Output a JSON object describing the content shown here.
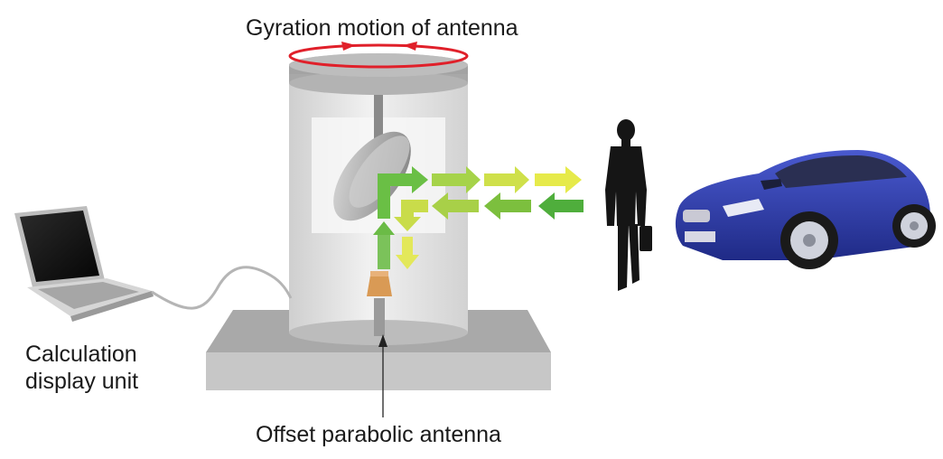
{
  "labels": {
    "gyration": "Gyration motion of antenna",
    "calc_line1": "Calculation",
    "calc_line2": "display unit",
    "offset": "Offset parabolic antenna"
  },
  "colors": {
    "rotation_arrow": "#e0202a",
    "base": "#b9b9b9",
    "cylinder": "#e4e4e4",
    "dish": "#9a9a9a",
    "horn": "#d99a55",
    "arrow_green": "#5cb83a",
    "arrow_lime": "#a6d34a",
    "arrow_yellow": "#e6ea4a",
    "car_body": "#2f3fae",
    "person": "#151515"
  },
  "icons": {
    "laptop": "laptop-icon",
    "person": "person-silhouette-icon",
    "car": "car-icon"
  }
}
